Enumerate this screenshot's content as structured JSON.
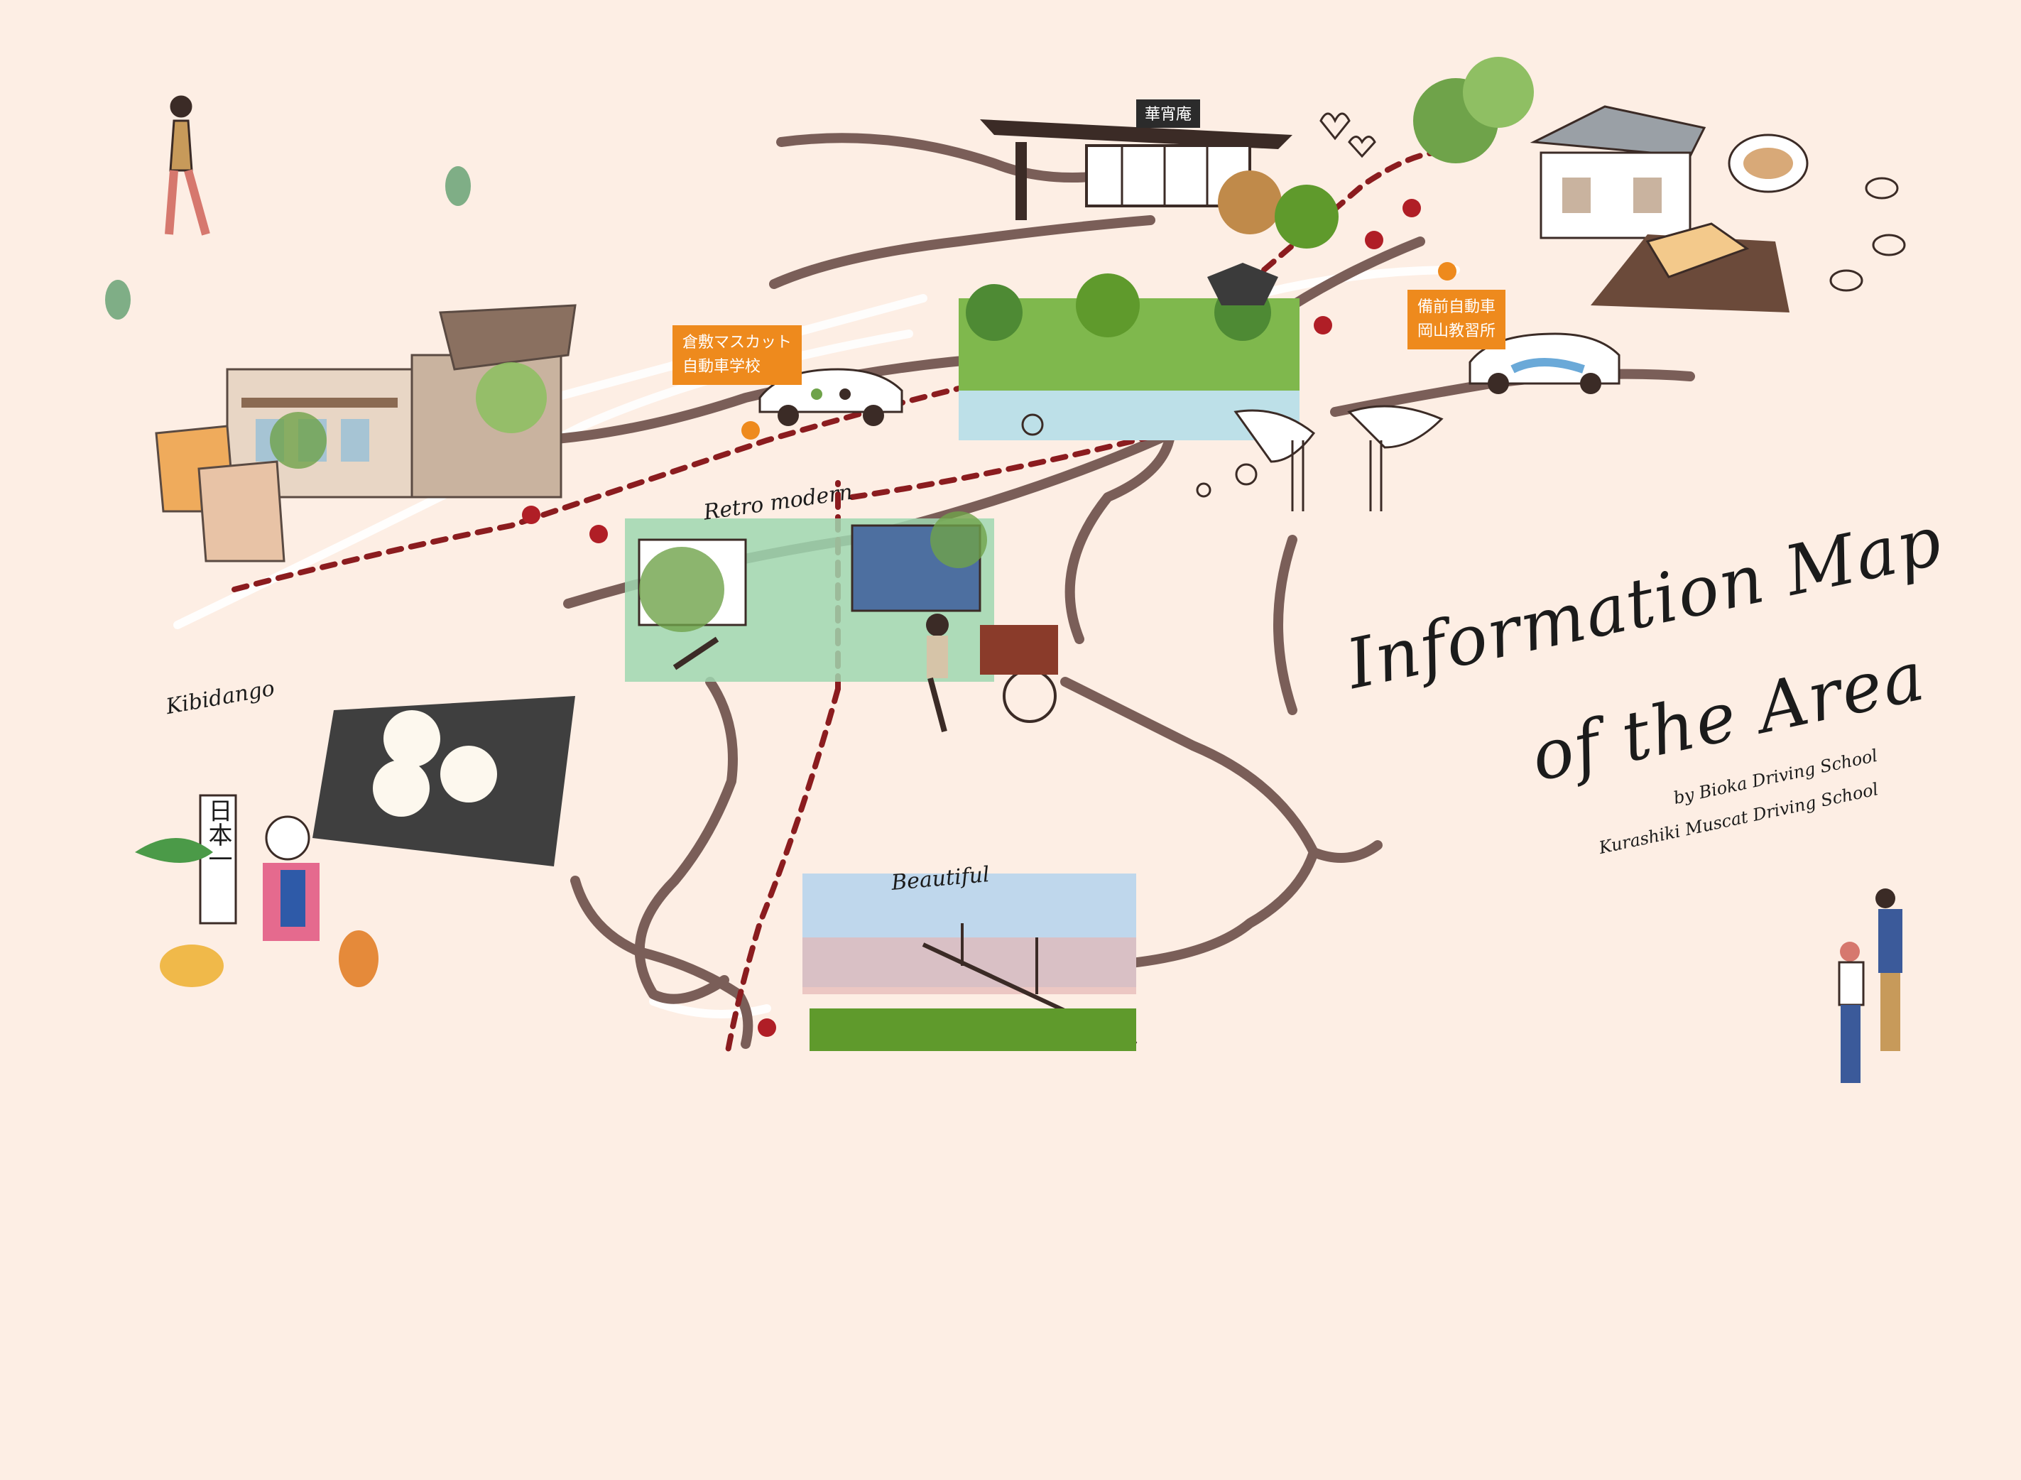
{
  "colors": {
    "background": "#fdeee4",
    "road": "#7a5e58",
    "route": "#8b1c1f",
    "school_dot": "#ee8a1d",
    "spot_dot": "#b01e26",
    "label_bg": "#ee8a1d"
  },
  "title": {
    "line1": "Information Map",
    "line2": "of the Area",
    "by1": "by Bioka Driving School",
    "by2": "Kurashiki Muscat Driving School"
  },
  "schools": [
    {
      "line1": "倉敷マスカット",
      "line2": "自動車学校"
    },
    {
      "line1": "備前自動車",
      "line2": "岡山教習所"
    }
  ],
  "captions": {
    "retro": "Retro modern",
    "kibidango": "Kibidango",
    "beautiful": "Beautiful"
  },
  "illustrations": {
    "teahouse_sign": "華宵庵"
  },
  "banner_text": "日本一"
}
